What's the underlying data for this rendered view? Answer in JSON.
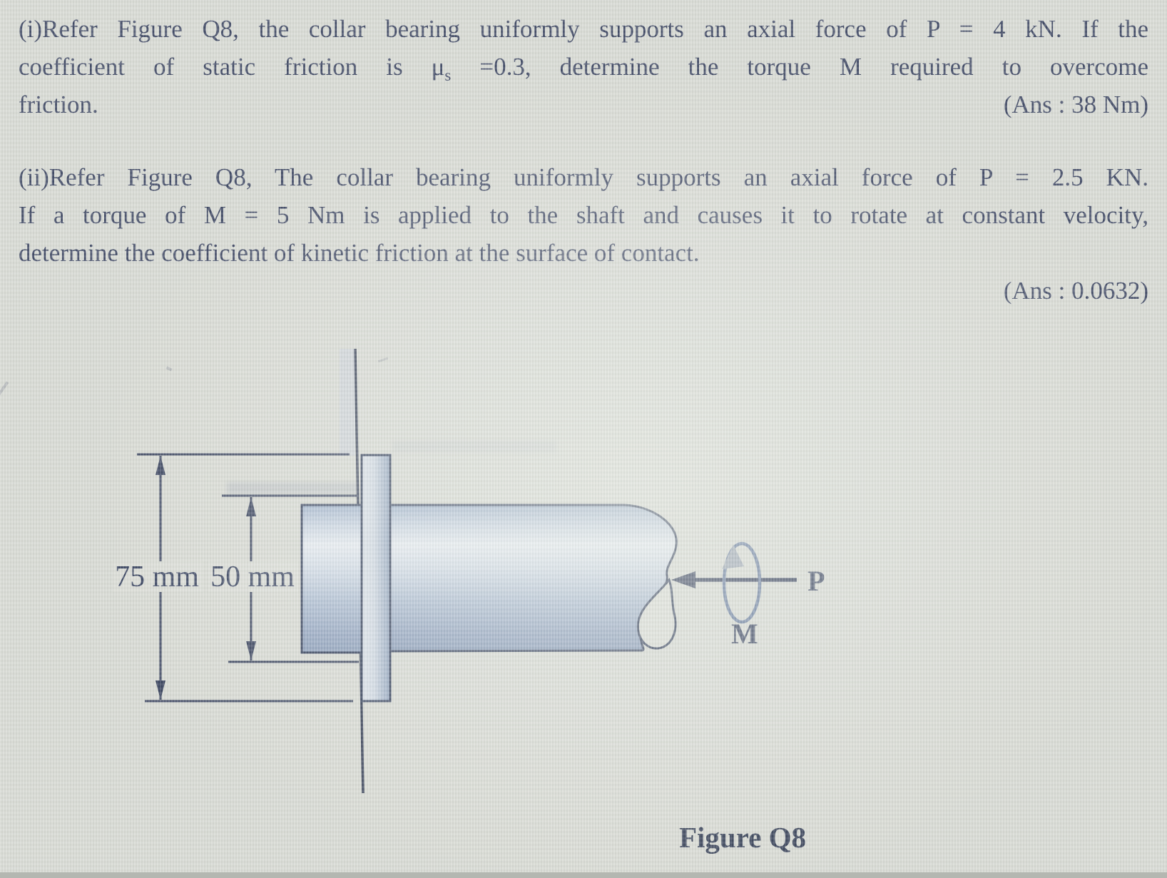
{
  "page": {
    "background": "#d6d8d2",
    "text_color": "#3a4360",
    "bottom_strip_color": "#b4b7b1"
  },
  "problem_i": {
    "line1": "(i)Refer Figure Q8, the collar bearing uniformly supports an axial force of P = 4 kN. If the",
    "line2_prefix": "coefficient of static friction is μ",
    "line2_subscript": "s",
    "line2_suffix": " =0.3, determine the torque M required to overcome",
    "line3": "friction.",
    "answer": "(Ans : 38 Nm)"
  },
  "problem_ii": {
    "line1": "(ii)Refer Figure Q8, The collar bearing uniformly supports an axial force of P = 2.5 KN.",
    "line2": "If a torque of M = 5 Nm is applied to the shaft and causes it to rotate at constant velocity,",
    "line3": "determine the coefficient of kinetic friction at the surface of contact.",
    "answer": "(Ans : 0.0632)"
  },
  "figure": {
    "caption": "Figure Q8",
    "outer_diameter_label": "75 mm",
    "inner_diameter_label": "50 mm",
    "axial_force_label": "P",
    "torque_label": "M",
    "colors": {
      "outline": "#2e3a57",
      "dimension_line": "#333d59",
      "metal_highlight": "#e6ebf2",
      "metal_mid": "#b6c3d8",
      "metal_shadow": "#8598b6",
      "moment_arrow": "#5f749a",
      "wall_slab": "#cdd1d7"
    }
  }
}
